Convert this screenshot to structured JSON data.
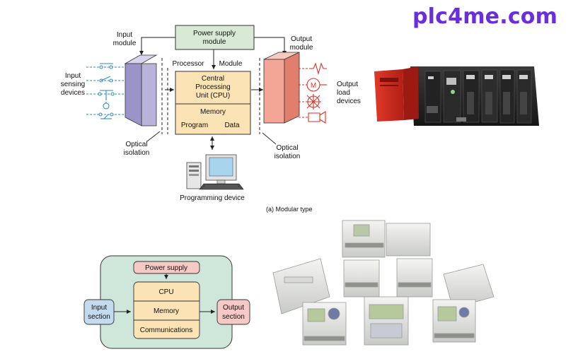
{
  "brand": {
    "text": "plc4me.com",
    "color": "#6a2ee0"
  },
  "modular": {
    "power_supply": [
      "Power supply",
      "module"
    ],
    "input_module": [
      "Input",
      "module"
    ],
    "output_module": [
      "Output",
      "module"
    ],
    "processor_label": "Processor",
    "module_label": "Module",
    "cpu": [
      "Central",
      "Processing",
      "Unit (CPU)"
    ],
    "memory": "Memory",
    "program": "Program",
    "data": "Data",
    "input_devices": [
      "Input",
      "sensing",
      "devices"
    ],
    "output_devices": [
      "Output",
      "load",
      "devices"
    ],
    "optical_left": [
      "Optical",
      "isolation"
    ],
    "optical_right": [
      "Optical",
      "isolation"
    ],
    "motor_symbol": "M",
    "programming_device": "Programming device",
    "caption": "(a) Modular type"
  },
  "compact": {
    "power_supply": "Power supply",
    "cpu": "CPU",
    "memory": "Memory",
    "communications": "Communications",
    "input": [
      "Input",
      "section"
    ],
    "output": [
      "Output",
      "section"
    ]
  },
  "colors": {
    "power_box": "#d8ead6",
    "input_module": "#b9b3db",
    "output_module": "#f3a596",
    "cpu_box": "#fbe3b6",
    "device_blue": "#2f88c6",
    "device_red": "#d9312a",
    "compact_frame": "#cfe7da",
    "compact_power": "#f6c9c6",
    "compact_cpu": "#fbe3b6",
    "compact_input": "#c4dbef",
    "compact_output": "#f6c9c6"
  },
  "icons": [
    "monitor-icon",
    "keyboard-icon",
    "tower-icon",
    "motor-icon",
    "lamp-icon",
    "heater-icon",
    "horn-icon",
    "switch-icon"
  ]
}
